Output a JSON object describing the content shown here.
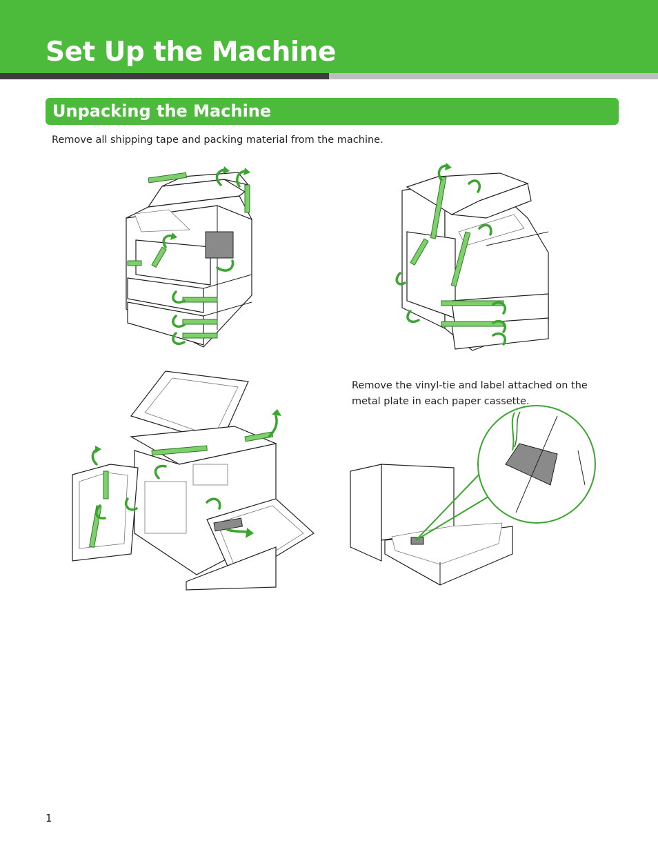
{
  "page": {
    "title": "Set Up the Machine",
    "section_title": "Unpacking the Machine",
    "intro_text": "Remove all shipping tape and packing material from the machine.",
    "cassette_note": "Remove the vinyl-tie and label attached on the metal plate in each paper cassette.",
    "page_number": "1"
  },
  "colors": {
    "accent_green": "#4cba3a",
    "dark_bar": "#3d3d3f",
    "light_bar": "#bcbdbe",
    "tape_green": "#7fcf6c"
  },
  "figures": [
    {
      "id": "copier-front-left-view",
      "icon": "copier-with-tape-illustration"
    },
    {
      "id": "copier-front-right-view",
      "icon": "copier-with-tape-illustration"
    },
    {
      "id": "copier-open-covers-view",
      "icon": "copier-open-covers-illustration"
    },
    {
      "id": "paper-cassette-view",
      "icon": "paper-cassette-with-label-illustration"
    }
  ]
}
